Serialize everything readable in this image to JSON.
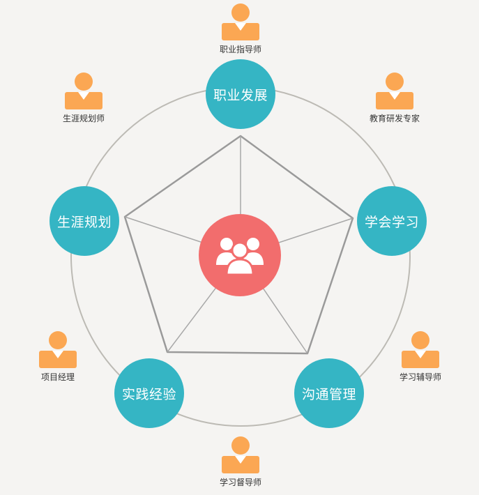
{
  "colors": {
    "node": "#35b5c4",
    "center": "#f26d6d",
    "person": "#fba753",
    "ring": "#bcbab4",
    "pentagon": "#9a9a9a"
  },
  "center": {
    "icon": "group-icon"
  },
  "nodes": [
    {
      "label": "职业发展"
    },
    {
      "label": "学会学习"
    },
    {
      "label": "沟通管理"
    },
    {
      "label": "实践经验"
    },
    {
      "label": "生涯规划"
    }
  ],
  "people": [
    {
      "label": "职业指导师",
      "icon": "person-icon"
    },
    {
      "label": "教育研发专家",
      "icon": "person-icon"
    },
    {
      "label": "学习辅导师",
      "icon": "person-icon"
    },
    {
      "label": "学习督导师",
      "icon": "person-icon"
    },
    {
      "label": "项目经理",
      "icon": "person-icon"
    },
    {
      "label": "生涯规划师",
      "icon": "person-icon"
    }
  ]
}
